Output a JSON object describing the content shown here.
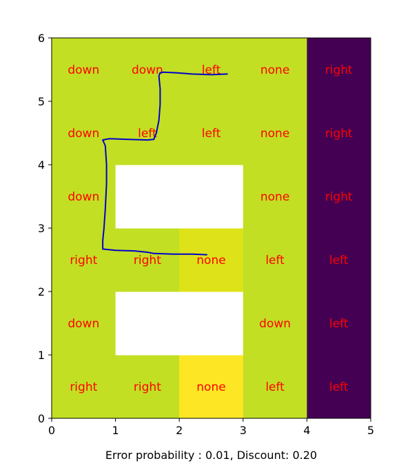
{
  "chart_data": {
    "type": "heatmap",
    "title": "",
    "xlabel": "Error probability : 0.01, Discount: 0.20",
    "ylabel": "",
    "xlim": [
      0,
      5
    ],
    "ylim": [
      0,
      6
    ],
    "x_ticks": [
      "0",
      "1",
      "2",
      "3",
      "4",
      "5"
    ],
    "y_ticks": [
      "0",
      "1",
      "2",
      "3",
      "4",
      "5",
      "6"
    ],
    "grid": false,
    "colors": {
      "value_high": "#fde725",
      "value_mid_high": "#dde318",
      "value_mid": "#c2df23",
      "value_low": "#440154",
      "wall": "#ffffff",
      "policy_text": "#ff0000",
      "path": "#0000cc"
    },
    "cells": [
      {
        "x": 0,
        "y": 0,
        "fill": "value_mid",
        "policy": "right"
      },
      {
        "x": 1,
        "y": 0,
        "fill": "value_mid",
        "policy": "right"
      },
      {
        "x": 2,
        "y": 0,
        "fill": "value_high",
        "policy": "none"
      },
      {
        "x": 3,
        "y": 0,
        "fill": "value_mid",
        "policy": "left"
      },
      {
        "x": 4,
        "y": 0,
        "fill": "value_low",
        "policy": "left"
      },
      {
        "x": 0,
        "y": 1,
        "fill": "value_mid",
        "policy": "down"
      },
      {
        "x": 1,
        "y": 1,
        "fill": "wall",
        "policy": ""
      },
      {
        "x": 2,
        "y": 1,
        "fill": "wall",
        "policy": ""
      },
      {
        "x": 3,
        "y": 1,
        "fill": "value_mid",
        "policy": "down"
      },
      {
        "x": 4,
        "y": 1,
        "fill": "value_low",
        "policy": "left"
      },
      {
        "x": 0,
        "y": 2,
        "fill": "value_mid",
        "policy": "right"
      },
      {
        "x": 1,
        "y": 2,
        "fill": "value_mid",
        "policy": "right"
      },
      {
        "x": 2,
        "y": 2,
        "fill": "value_mid_high",
        "policy": "none"
      },
      {
        "x": 3,
        "y": 2,
        "fill": "value_mid",
        "policy": "left"
      },
      {
        "x": 4,
        "y": 2,
        "fill": "value_low",
        "policy": "left"
      },
      {
        "x": 0,
        "y": 3,
        "fill": "value_mid",
        "policy": "down"
      },
      {
        "x": 1,
        "y": 3,
        "fill": "wall",
        "policy": ""
      },
      {
        "x": 2,
        "y": 3,
        "fill": "wall",
        "policy": ""
      },
      {
        "x": 3,
        "y": 3,
        "fill": "value_mid",
        "policy": "none"
      },
      {
        "x": 4,
        "y": 3,
        "fill": "value_low",
        "policy": "right"
      },
      {
        "x": 0,
        "y": 4,
        "fill": "value_mid",
        "policy": "down"
      },
      {
        "x": 1,
        "y": 4,
        "fill": "value_mid",
        "policy": "left"
      },
      {
        "x": 2,
        "y": 4,
        "fill": "value_mid",
        "policy": "left"
      },
      {
        "x": 3,
        "y": 4,
        "fill": "value_mid",
        "policy": "none"
      },
      {
        "x": 4,
        "y": 4,
        "fill": "value_low",
        "policy": "right"
      },
      {
        "x": 0,
        "y": 5,
        "fill": "value_mid",
        "policy": "down"
      },
      {
        "x": 1,
        "y": 5,
        "fill": "value_mid",
        "policy": "down"
      },
      {
        "x": 2,
        "y": 5,
        "fill": "value_mid",
        "policy": "left"
      },
      {
        "x": 3,
        "y": 5,
        "fill": "value_mid",
        "policy": "none"
      },
      {
        "x": 4,
        "y": 5,
        "fill": "value_low",
        "policy": "right"
      }
    ],
    "path": [
      [
        2.75,
        5.43
      ],
      [
        2.5,
        5.42
      ],
      [
        2.2,
        5.43
      ],
      [
        1.95,
        5.45
      ],
      [
        1.75,
        5.46
      ],
      [
        1.7,
        5.45
      ],
      [
        1.68,
        5.4
      ],
      [
        1.7,
        5.2
      ],
      [
        1.7,
        4.95
      ],
      [
        1.68,
        4.7
      ],
      [
        1.64,
        4.5
      ],
      [
        1.6,
        4.4
      ],
      [
        1.5,
        4.39
      ],
      [
        1.2,
        4.4
      ],
      [
        0.9,
        4.41
      ],
      [
        0.8,
        4.39
      ],
      [
        0.84,
        4.3
      ],
      [
        0.86,
        4.0
      ],
      [
        0.86,
        3.7
      ],
      [
        0.84,
        3.3
      ],
      [
        0.82,
        3.0
      ],
      [
        0.8,
        2.8
      ],
      [
        0.8,
        2.67
      ],
      [
        1.0,
        2.65
      ],
      [
        1.3,
        2.64
      ],
      [
        1.5,
        2.62
      ],
      [
        1.6,
        2.6
      ],
      [
        1.9,
        2.59
      ],
      [
        2.2,
        2.59
      ],
      [
        2.43,
        2.58
      ]
    ]
  }
}
